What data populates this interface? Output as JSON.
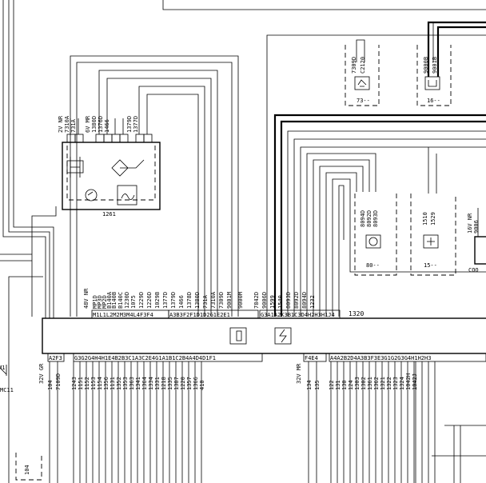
{
  "components": {
    "c1261": {
      "label": "1261",
      "wire_group_2v": "2V NR",
      "w7310a": "7310A",
      "w731a": "731A",
      "wire_group_6v": "6V MR",
      "w1380d": "1380D",
      "w1376d": "1376D",
      "w1466": "1466",
      "w1379d": "1379D",
      "w1377d": "1377D"
    },
    "c73": {
      "label": "73--",
      "w7309d": "7309D",
      "wc2120": "C2120"
    },
    "c16": {
      "label": "16--",
      "w9000b": "9000B",
      "w9001b": "9001B"
    },
    "c80": {
      "label": "80--",
      "w8094d": "8094D",
      "w8092d": "8092D",
      "w8093d": "8093D"
    },
    "c15": {
      "label": "15--",
      "w1510": "1510",
      "w1529": "1529"
    },
    "coo": {
      "label": "COO",
      "group": "16V NR",
      "w9006": "9006"
    },
    "c1320": {
      "label": "1320"
    },
    "mc11": {
      "label": "MC11",
      "w11": "M1"
    },
    "c104": {
      "label": "104"
    }
  },
  "connectors": {
    "top1": "M1L1L2M2M3M4L4F3F4",
    "top2": "A3B3F2F1D1D2G1E2E1",
    "top3": "G3A1A2K3B1C3D4H2H3H1J4",
    "bot1": "A2F3",
    "bot2": "G3G2G4H4H1E4B2B3C1A3C2E4G1A1B1C2B4A4D4D1F1",
    "bot3": "F4E4",
    "bot4": "A4A2B2D4A3B3F3E3G1G2G3G4H1H2H3"
  },
  "groups": {
    "top_48v": "48V NR",
    "bot_32v_gr": "32V GR",
    "bot_32v_mr": "32V MR"
  },
  "top_wires": [
    "MP1D",
    "MP3D",
    "MP2D",
    "B140A",
    "B140B",
    "B140C",
    "1230D",
    "1075",
    "1229D",
    "1226D",
    "1029B",
    "1377D",
    "1379D",
    "1466",
    "1378D",
    "1380D",
    "731A",
    "7310A",
    "7309D",
    "9001M",
    "9000M",
    "7842D",
    "9006D",
    "1599",
    "1540",
    "8093D",
    "8092D",
    "8094D",
    "1232"
  ],
  "bottom_wires": [
    "104",
    "7109D",
    "1243",
    "1151",
    "1152",
    "1153",
    "1154",
    "1356",
    "1131",
    "1352",
    "1353",
    "1363",
    "1341",
    "1364",
    "1334",
    "1331",
    "1218",
    "1335",
    "1387",
    "1220",
    "1357",
    "1366",
    "410",
    "134",
    "135",
    "122",
    "131",
    "130",
    "124",
    "1303",
    "1302",
    "1361",
    "1362",
    "1321",
    "1322",
    "1323",
    "1324",
    "1042H",
    "1042J"
  ]
}
